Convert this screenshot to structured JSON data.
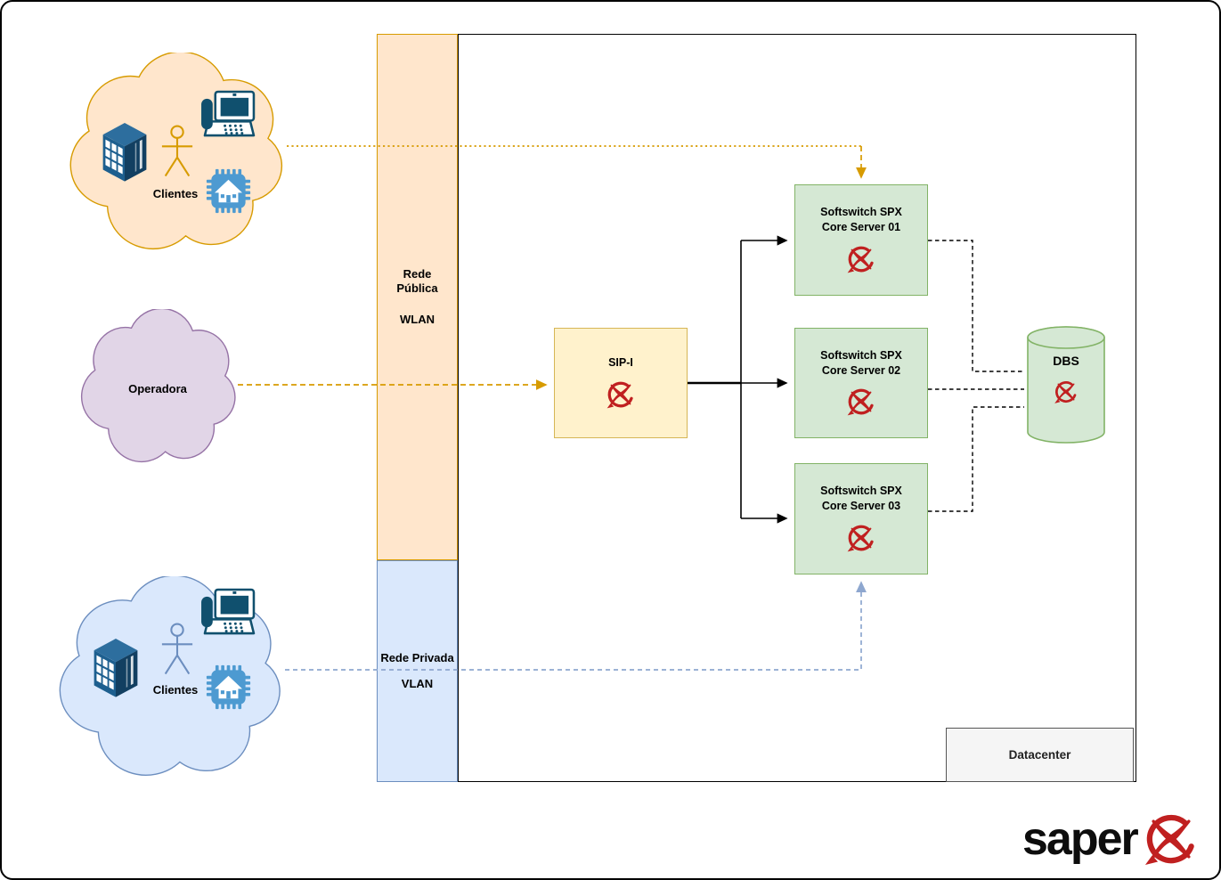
{
  "diagram": {
    "clouds": {
      "clientes_top": {
        "label": "Clientes",
        "fill": "#ffe6cc",
        "stroke": "#d79b00"
      },
      "operadora": {
        "label": "Operadora",
        "fill": "#e1d5e7",
        "stroke": "#9673a6"
      },
      "clientes_bottom": {
        "label": "Clientes",
        "fill": "#dae8fc",
        "stroke": "#6c8ebf"
      }
    },
    "bars": {
      "rede_publica": {
        "line1": "Rede",
        "line2": "Pública",
        "line3": "WLAN",
        "fill": "#ffe6cc",
        "stroke": "#d79b00"
      },
      "rede_privada": {
        "line1": "Rede Privada",
        "line2": "VLAN",
        "fill": "#dae8fc",
        "stroke": "#6c8ebf"
      }
    },
    "nodes": {
      "sip_i": {
        "label": "SIP-I",
        "fill": "#fff2cc",
        "stroke": "#d6b656"
      },
      "softswitch_01": {
        "line1": "Softswitch SPX",
        "line2": "Core Server 01",
        "fill": "#d5e8d4",
        "stroke": "#82b366"
      },
      "softswitch_02": {
        "line1": "Softswitch SPX",
        "line2": "Core Server 02",
        "fill": "#d5e8d4",
        "stroke": "#82b366"
      },
      "softswitch_03": {
        "line1": "Softswitch SPX",
        "line2": "Core Server 03",
        "fill": "#d5e8d4",
        "stroke": "#82b366"
      },
      "dbs": {
        "label": "DBS",
        "fill": "#d5e8d4",
        "stroke": "#82b366"
      },
      "datacenter": {
        "label": "Datacenter",
        "fill": "#f5f5f5"
      }
    },
    "icons": {
      "building": "building-icon",
      "person": "person-icon",
      "videophone": "videophone-icon",
      "smart_home_chip": "smart-home-chip-icon",
      "saperx_mark": "saperx-mark-icon"
    },
    "connectors": {
      "clientes_top_to_ss01": {
        "style": "dotted",
        "color": "#d79b00"
      },
      "operadora_to_sipi": {
        "style": "dashed",
        "color": "#d79b00"
      },
      "clientes_bottom_to_ss03": {
        "style": "dashed",
        "color": "#8ea7cf"
      },
      "sipi_to_servers": {
        "style": "solid",
        "color": "#000000"
      },
      "servers_to_dbs": {
        "style": "dashed",
        "color": "#000000"
      }
    },
    "brand": {
      "wordmark": "saper",
      "mark_color": "#c02020"
    }
  },
  "colors": {
    "logo_red": "#c02020",
    "icon_dark_blue": "#10506e",
    "building_front": "#1d5f8f",
    "building_side": "#123f61",
    "building_top": "#2d6e9e",
    "chip_blue": "#4d9ad1"
  }
}
